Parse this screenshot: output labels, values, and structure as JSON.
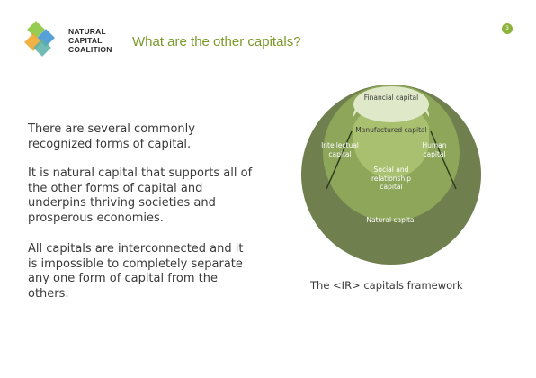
{
  "logo": {
    "line1": "NATURAL",
    "line2": "CAPITAL",
    "line3": "COALITION",
    "colors": [
      "#8cc63f",
      "#3a8fd1",
      "#f0a830",
      "#5bb0a8"
    ]
  },
  "header": {
    "title": "What are the other capitals?",
    "page_number": "3"
  },
  "content": {
    "paragraph1": "There are several commonly recognized forms of capital.",
    "paragraph2": "It is natural capital that supports all of the other forms of capital and underpins thriving societies and prosperous economies.",
    "paragraph3": "All capitals are interconnected and it is impossible to completely separate any one form of capital from the others."
  },
  "diagram": {
    "labels": {
      "financial": "Financial capital",
      "manufactured": "Manufactured capital",
      "intellectual": "Intellectual capital",
      "human": "Human capital",
      "social": "Social and relationship capital",
      "natural": "Natural capital"
    },
    "colors": {
      "outer": "#6f7f4e",
      "middle": "#8da65a",
      "inner": "#a8c070",
      "core": "#dfe8c8"
    },
    "caption": "The <IR> capitals framework"
  }
}
